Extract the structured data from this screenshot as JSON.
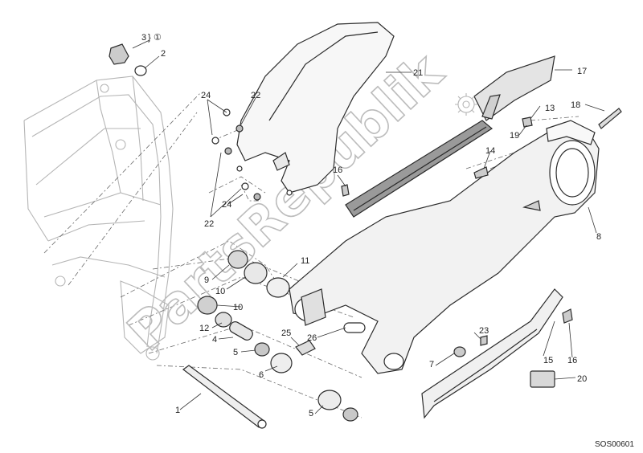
{
  "watermark": "PartsRepublik",
  "drawing_code": "SOS00601",
  "note_symbol": "①",
  "callouts": [
    {
      "id": "c1",
      "text": "1"
    },
    {
      "id": "c2",
      "text": "2"
    },
    {
      "id": "c3",
      "text": "3"
    },
    {
      "id": "c4",
      "text": "4"
    },
    {
      "id": "c5a",
      "text": "5"
    },
    {
      "id": "c5b",
      "text": "5"
    },
    {
      "id": "c6",
      "text": "6"
    },
    {
      "id": "c7",
      "text": "7"
    },
    {
      "id": "c8",
      "text": "8"
    },
    {
      "id": "c9",
      "text": "9"
    },
    {
      "id": "c10a",
      "text": "10"
    },
    {
      "id": "c10b",
      "text": "10"
    },
    {
      "id": "c11",
      "text": "11"
    },
    {
      "id": "c12",
      "text": "12"
    },
    {
      "id": "c13",
      "text": "13"
    },
    {
      "id": "c14",
      "text": "14"
    },
    {
      "id": "c15",
      "text": "15"
    },
    {
      "id": "c16a",
      "text": "16"
    },
    {
      "id": "c16b",
      "text": "16"
    },
    {
      "id": "c17",
      "text": "17"
    },
    {
      "id": "c18",
      "text": "18"
    },
    {
      "id": "c19",
      "text": "19"
    },
    {
      "id": "c20",
      "text": "20"
    },
    {
      "id": "c21",
      "text": "21"
    },
    {
      "id": "c22a",
      "text": "22"
    },
    {
      "id": "c22b",
      "text": "22"
    },
    {
      "id": "c23",
      "text": "23"
    },
    {
      "id": "c24a",
      "text": "24"
    },
    {
      "id": "c24b",
      "text": "24"
    },
    {
      "id": "c25",
      "text": "25"
    },
    {
      "id": "c26",
      "text": "26"
    }
  ]
}
